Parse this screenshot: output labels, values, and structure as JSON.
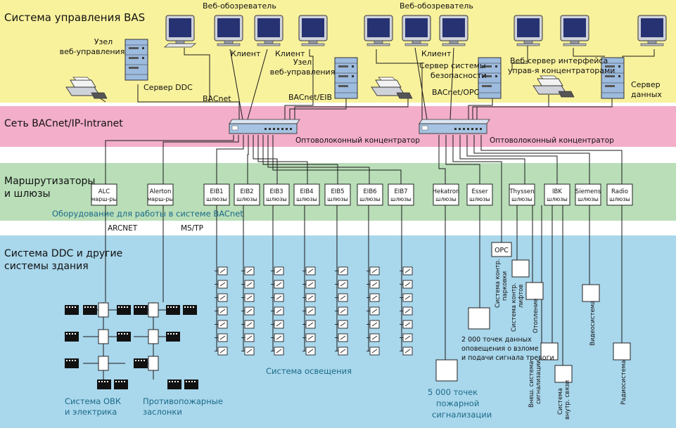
{
  "colors": {
    "bas_band": "#f9f29d",
    "net_band": "#f3aec9",
    "router_band": "#b9deb8",
    "ddc_band": "#a9d7ec",
    "teal_text": "#1b6b88",
    "line": "#1a1a1a",
    "monitor_face": "#cfd2d9",
    "monitor_screen": "#263272",
    "server_body": "#9dbbde",
    "switch_body": "#a6c3e2"
  },
  "bands": {
    "bas": "Система управления BAS",
    "network": "Сеть BACnet/IP-Intranet",
    "routers": [
      "Маршрутизаторы",
      "и шлюзы"
    ],
    "ddc": [
      "Система DDC и другие",
      "системы здания"
    ]
  },
  "top_labels": {
    "web_browser_1": "Веб-обозреватель",
    "web_browser_2": "Веб-обозреватель",
    "web_node_1": [
      "Узел",
      "веб-управления"
    ],
    "ddc_server": "Сервер DDC",
    "bacnet": "BACnet",
    "client_1": "Клиент",
    "client_2": "Клиент",
    "client_3": "Клиент",
    "web_node_2": [
      "Узел",
      "веб-управления"
    ],
    "bacnet_eib": "BACnet/EIB",
    "security_server": [
      "Сервер системы",
      "безопасности"
    ],
    "bacnet_opc": "BACnet/OPC",
    "web_server_hubs": [
      "Веб-сервер интерфейса",
      "управ-я концентраторами"
    ],
    "data_server": [
      "Сервер",
      "данных"
    ]
  },
  "hub_label_1": "Оптоволоконный концентратор",
  "hub_label_2": "Оптоволоконный концентратор",
  "gateways": [
    {
      "title": "ALC",
      "sub": "марш-ры"
    },
    {
      "title": "Alerton",
      "sub": "марш-ры"
    },
    {
      "title": "EIB1",
      "sub": "шлюзы"
    },
    {
      "title": "EIB2",
      "sub": "шлюзы"
    },
    {
      "title": "EIB3",
      "sub": "шлюзы"
    },
    {
      "title": "EIB4",
      "sub": "шлюзы"
    },
    {
      "title": "EIB5",
      "sub": "шлюзы"
    },
    {
      "title": "EIB6",
      "sub": "шлюзы"
    },
    {
      "title": "EIB7",
      "sub": "шлюзы"
    },
    {
      "title": "Hekatron",
      "sub": "шлюзы"
    },
    {
      "title": "Esser",
      "sub": "шлюзы"
    },
    {
      "title": "Thyssen",
      "sub": "шлюзы"
    },
    {
      "title": "IBK",
      "sub": "шлюзы"
    },
    {
      "title": "Siemens",
      "sub": "шлюзы"
    },
    {
      "title": "Radio",
      "sub": "шлюзы"
    }
  ],
  "bacnet_equipment": "Оборудование для работы в системе BACnet",
  "arcnet": "ARCNET",
  "mstp": "MS/TP",
  "opc": "OPC",
  "bottom_labels": {
    "hvac": [
      "Система ОВК",
      "и электрика"
    ],
    "fire_dampers": [
      "Противопожарные",
      "заслонки"
    ],
    "lighting": "Система освещения",
    "fire_alarm": [
      "5 000 точек",
      "пожарной",
      "сигнализации"
    ],
    "intrusion": [
      "2 000 точек данных",
      "оповещения о взломе",
      "и подачи сигнала тревоги"
    ]
  },
  "vertical_labels": {
    "parking": [
      "Система контр.",
      "парковки"
    ],
    "elevators": [
      "Система контр.",
      "лифтов"
    ],
    "heating": "Отопление",
    "external_alarm": [
      "Внеш. система",
      "сигнализации"
    ],
    "intercom": [
      "Система",
      "внутр. связи"
    ],
    "video": "Видеосистема",
    "radio": "Радиосистема"
  }
}
